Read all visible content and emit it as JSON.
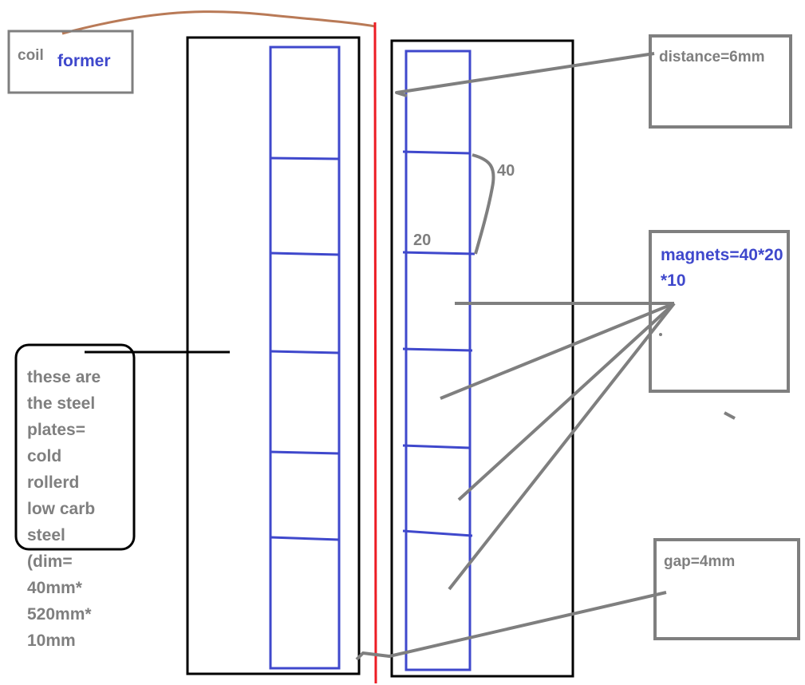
{
  "labels": {
    "coil": "coil",
    "former": "former",
    "distance": "distance=6mm",
    "dim_40": "40",
    "dim_20": "20",
    "magnets_line1": "magnets=40*20",
    "magnets_line2": "*10",
    "gap": "gap=4mm"
  },
  "steel_note": {
    "lines": [
      "these are",
      "the steel",
      "plates=",
      "cold",
      "rollerd",
      "low carb",
      "steel",
      "(dim=",
      "40mm*",
      "520mm*",
      "10mm"
    ]
  },
  "colors": {
    "outline": "#000000",
    "magnet_blue": "#3f48cc",
    "coil_red": "#ed1c24",
    "wire_brown": "#b97a57",
    "annotation_gray": "#7f7f7f"
  }
}
